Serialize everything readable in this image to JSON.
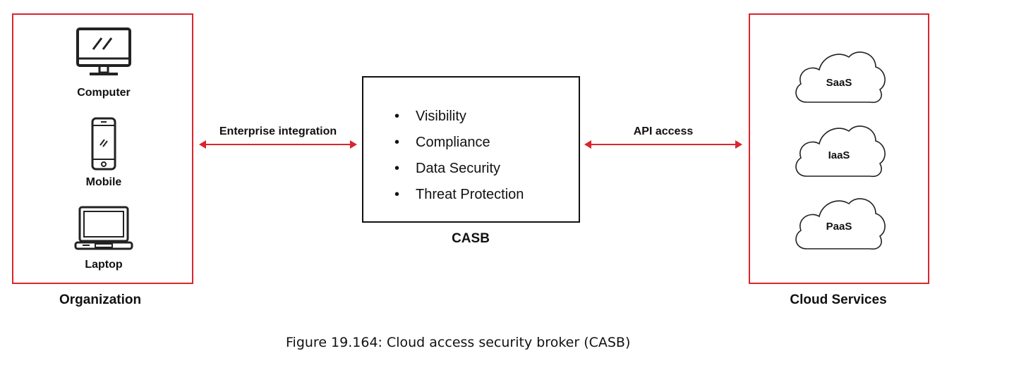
{
  "organization": {
    "title": "Organization",
    "devices": [
      {
        "label": "Computer",
        "icon": "desktop-computer-icon"
      },
      {
        "label": "Mobile",
        "icon": "mobile-phone-icon"
      },
      {
        "label": "Laptop",
        "icon": "laptop-icon"
      }
    ]
  },
  "connections": {
    "left_label": "Enterprise integration",
    "right_label": "API access"
  },
  "casb": {
    "title": "CASB",
    "features": [
      "Visibility",
      "Compliance",
      "Data Security",
      "Threat Protection"
    ]
  },
  "cloud": {
    "title": "Cloud Services",
    "services": [
      "SaaS",
      "IaaS",
      "PaaS"
    ]
  },
  "caption": "Figure 19.164: Cloud access security broker (CASB)",
  "colors": {
    "accent": "#d9262c",
    "line": "#111111"
  }
}
